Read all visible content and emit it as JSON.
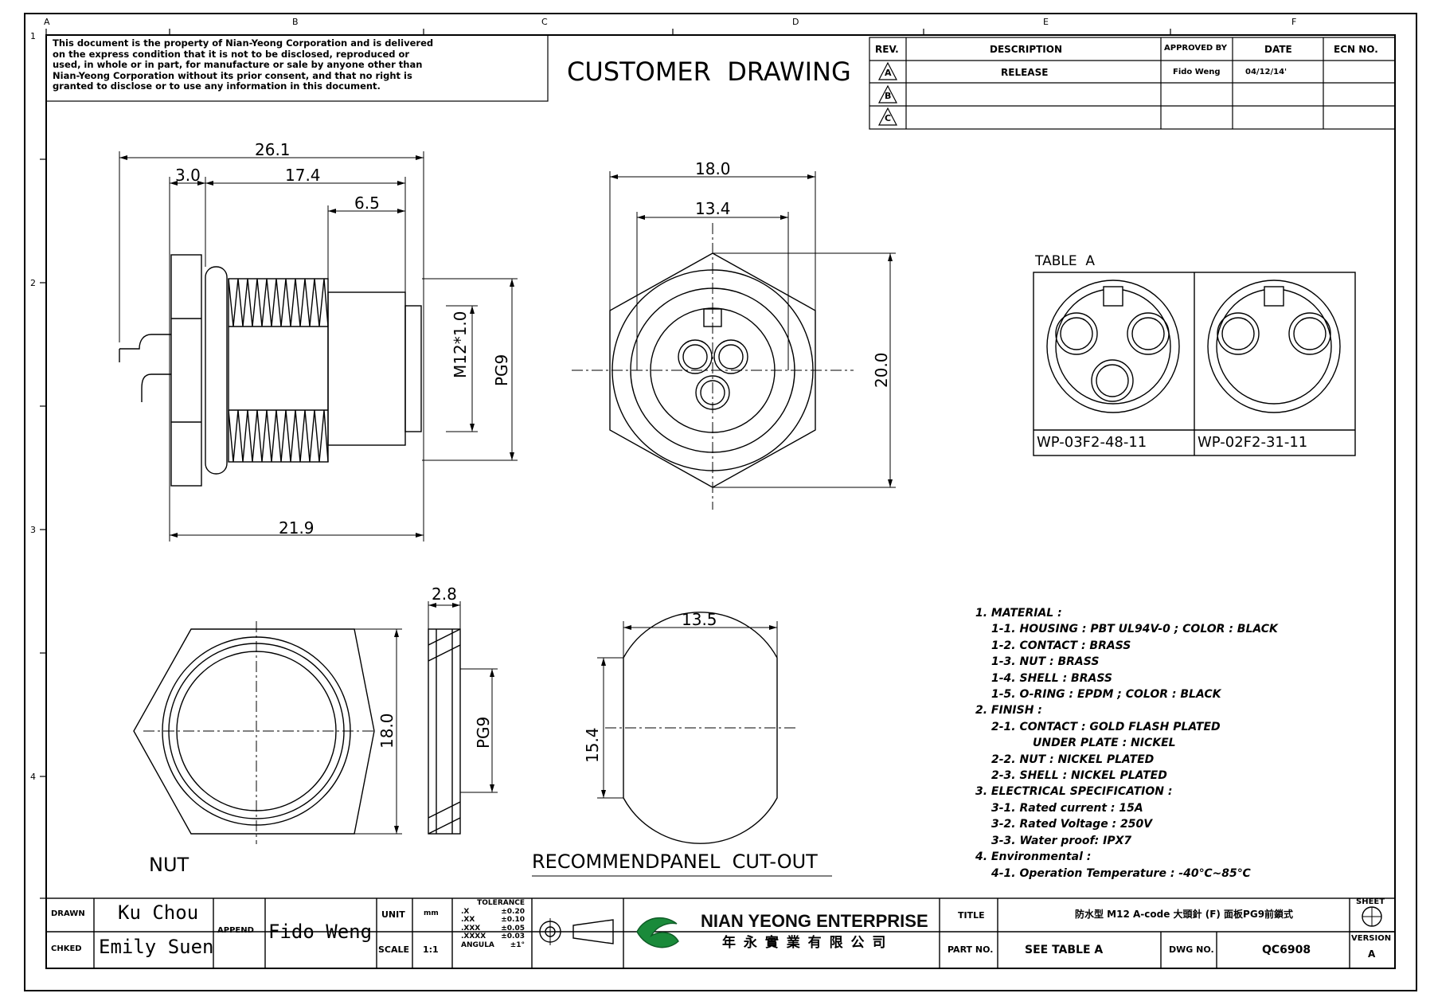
{
  "grid": {
    "columns": [
      "A",
      "B",
      "C",
      "D",
      "E",
      "F"
    ],
    "rows": [
      "1",
      "2",
      "3",
      "4"
    ]
  },
  "notice": {
    "lines": [
      "This document is the property of Nian-Yeong Corporation and is delivered",
      "on  the  express condition that it is not to be disclosed, reproduced or",
      "used, in whole or in part, for manufacture or sale by anyone other than",
      "Nian-Yeong Corporation without  its prior consent, and that  no right  is",
      "granted to disclose or to use any information in this  document."
    ]
  },
  "title": "CUSTOMER  DRAWING",
  "revision_table": {
    "headers": [
      "REV.",
      "DESCRIPTION",
      "APPROVED BY",
      "DATE",
      "ECN NO."
    ],
    "rows": [
      {
        "rev": "A",
        "description": "RELEASE",
        "approved_by": "Fido Weng",
        "date": "04/12/14'",
        "ecn": ""
      },
      {
        "rev": "B",
        "description": "",
        "approved_by": "",
        "date": "",
        "ecn": ""
      },
      {
        "rev": "C",
        "description": "",
        "approved_by": "",
        "date": "",
        "ecn": ""
      }
    ]
  },
  "dimensions": {
    "side_overall": "26.1",
    "side_flange": "3.0",
    "side_thread": "17.4",
    "side_tail": "6.5",
    "side_thread_dia": "M12*1.0",
    "side_pg": "PG9",
    "side_base": "21.9",
    "front_outer": "18.0",
    "front_inner": "13.4",
    "front_height": "20.0",
    "nut_thickness": "2.8",
    "nut_width": "18.0",
    "nut_pg": "PG9",
    "cutout_width": "13.5",
    "cutout_height": "15.4"
  },
  "labels": {
    "nut": "NUT",
    "cutout": "RECOMMENDPANEL  CUT-OUT",
    "table_a": "TABLE  A",
    "part_3pin": "WP-03F2-48-11",
    "part_2pin": "WP-02F2-31-11"
  },
  "notes": [
    {
      "text": "1.  MATERIAL  :",
      "indent": 0
    },
    {
      "text": "1-1.  HOUSING  :  PBT  UL94V-0  ;  COLOR  :  BLACK",
      "indent": 1
    },
    {
      "text": "1-2.  CONTACT  :  BRASS",
      "indent": 1
    },
    {
      "text": "1-3.  NUT  :  BRASS",
      "indent": 1
    },
    {
      "text": "1-4.  SHELL  :  BRASS",
      "indent": 1
    },
    {
      "text": "1-5.  O-RING  :  EPDM  ;  COLOR  :  BLACK",
      "indent": 1
    },
    {
      "text": "2.  FINISH  :",
      "indent": 0
    },
    {
      "text": "2-1.  CONTACT  :  GOLD  FLASH  PLATED",
      "indent": 1
    },
    {
      "text": "UNDER  PLATE  :  NICKEL",
      "indent": 2
    },
    {
      "text": "2-2.  NUT  :  NICKEL  PLATED",
      "indent": 1
    },
    {
      "text": "2-3.  SHELL  :  NICKEL  PLATED",
      "indent": 1
    },
    {
      "text": "3.  ELECTRICAL  SPECIFICATION  :",
      "indent": 0
    },
    {
      "text": "3-1.  Rated  current  :  15A",
      "indent": 1
    },
    {
      "text": "3-2.  Rated  Voltage  :  250V",
      "indent": 1
    },
    {
      "text": "3-3.  Water  proof:  IPX7",
      "indent": 1
    },
    {
      "text": "4.  Environmental  :",
      "indent": 0
    },
    {
      "text": "4-1.  Operation  Temperature  :  -40℃~85℃",
      "indent": 1
    }
  ],
  "title_block": {
    "drawn_label": "DRAWN",
    "drawn": "Ku Chou",
    "checked_label": "CHKED",
    "checked": "Emily Suen",
    "append_label": "APPEND",
    "append": "Fido Weng",
    "unit_label": "UNIT",
    "unit": "mm",
    "scale_label": "SCALE",
    "scale": "1:1",
    "tolerance_label": "TOLERANCE",
    "tolerances": [
      {
        "k": ".X",
        "v": "±0.20"
      },
      {
        "k": ".XX",
        "v": "±0.10"
      },
      {
        "k": ".XXX",
        "v": "±0.05"
      },
      {
        "k": ".XXXX",
        "v": "±0.03"
      },
      {
        "k": "ANGULA",
        "v": "±1°"
      }
    ],
    "company": "NIAN YEONG ENTERPRISE",
    "company_cn": "年 永 實 業 有 限 公 司",
    "title_label": "TITLE",
    "title": "防水型 M12 A-code 大頭針 (F) 面板PG9前鎖式",
    "part_label": "PART NO.",
    "part": "SEE TABLE A",
    "dwg_label": "DWG NO.",
    "dwg": "QC6908",
    "sheet_label": "SHEET",
    "version_label": "VERSION",
    "version": "A"
  },
  "colors": {
    "ink": "#000000",
    "paper": "#ffffff"
  }
}
